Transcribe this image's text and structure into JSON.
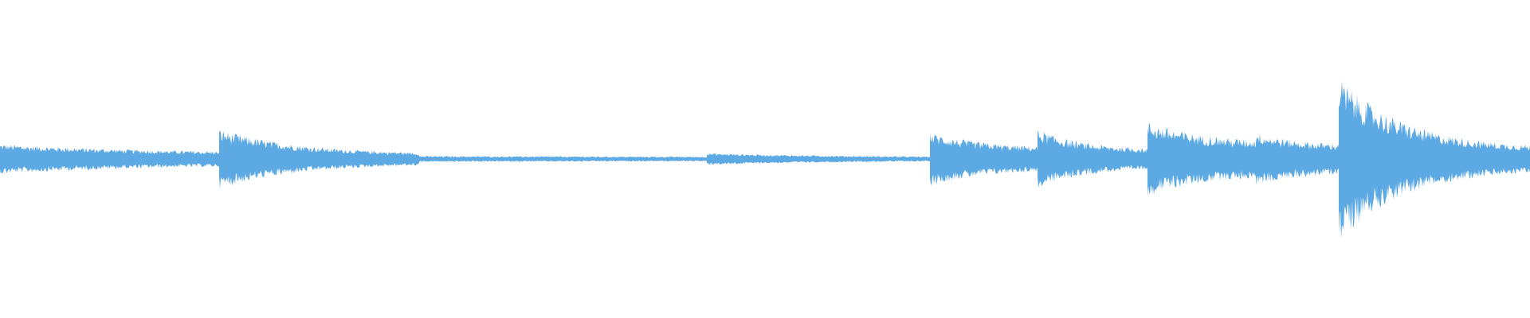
{
  "waveform": {
    "color": "#5DA9E3",
    "background": "#ffffff",
    "segments": [
      {
        "start": 0.0,
        "end": 0.143,
        "onset_amp": 0.1,
        "end_amp": 0.03,
        "decay": 1.2
      },
      {
        "start": 0.143,
        "end": 0.274,
        "onset_amp": 0.2,
        "end_amp": 0.03,
        "decay": 2.5
      },
      {
        "start": 0.274,
        "end": 0.462,
        "onset_amp": 0.02,
        "end_amp": 0.01,
        "decay": 0.5
      },
      {
        "start": 0.462,
        "end": 0.608,
        "onset_amp": 0.04,
        "end_amp": 0.01,
        "decay": 1.5
      },
      {
        "start": 0.608,
        "end": 0.678,
        "onset_amp": 0.18,
        "end_amp": 0.07,
        "decay": 2.0
      },
      {
        "start": 0.678,
        "end": 0.75,
        "onset_amp": 0.2,
        "end_amp": 0.06,
        "decay": 2.5
      },
      {
        "start": 0.75,
        "end": 0.821,
        "onset_amp": 0.25,
        "end_amp": 0.11,
        "decay": 2.0
      },
      {
        "start": 0.821,
        "end": 0.875,
        "onset_amp": 0.18,
        "end_amp": 0.09,
        "decay": 2.0
      },
      {
        "start": 0.875,
        "end": 1.0,
        "onset_amp": 0.55,
        "end_amp": 0.07,
        "decay": 3.0
      }
    ]
  }
}
